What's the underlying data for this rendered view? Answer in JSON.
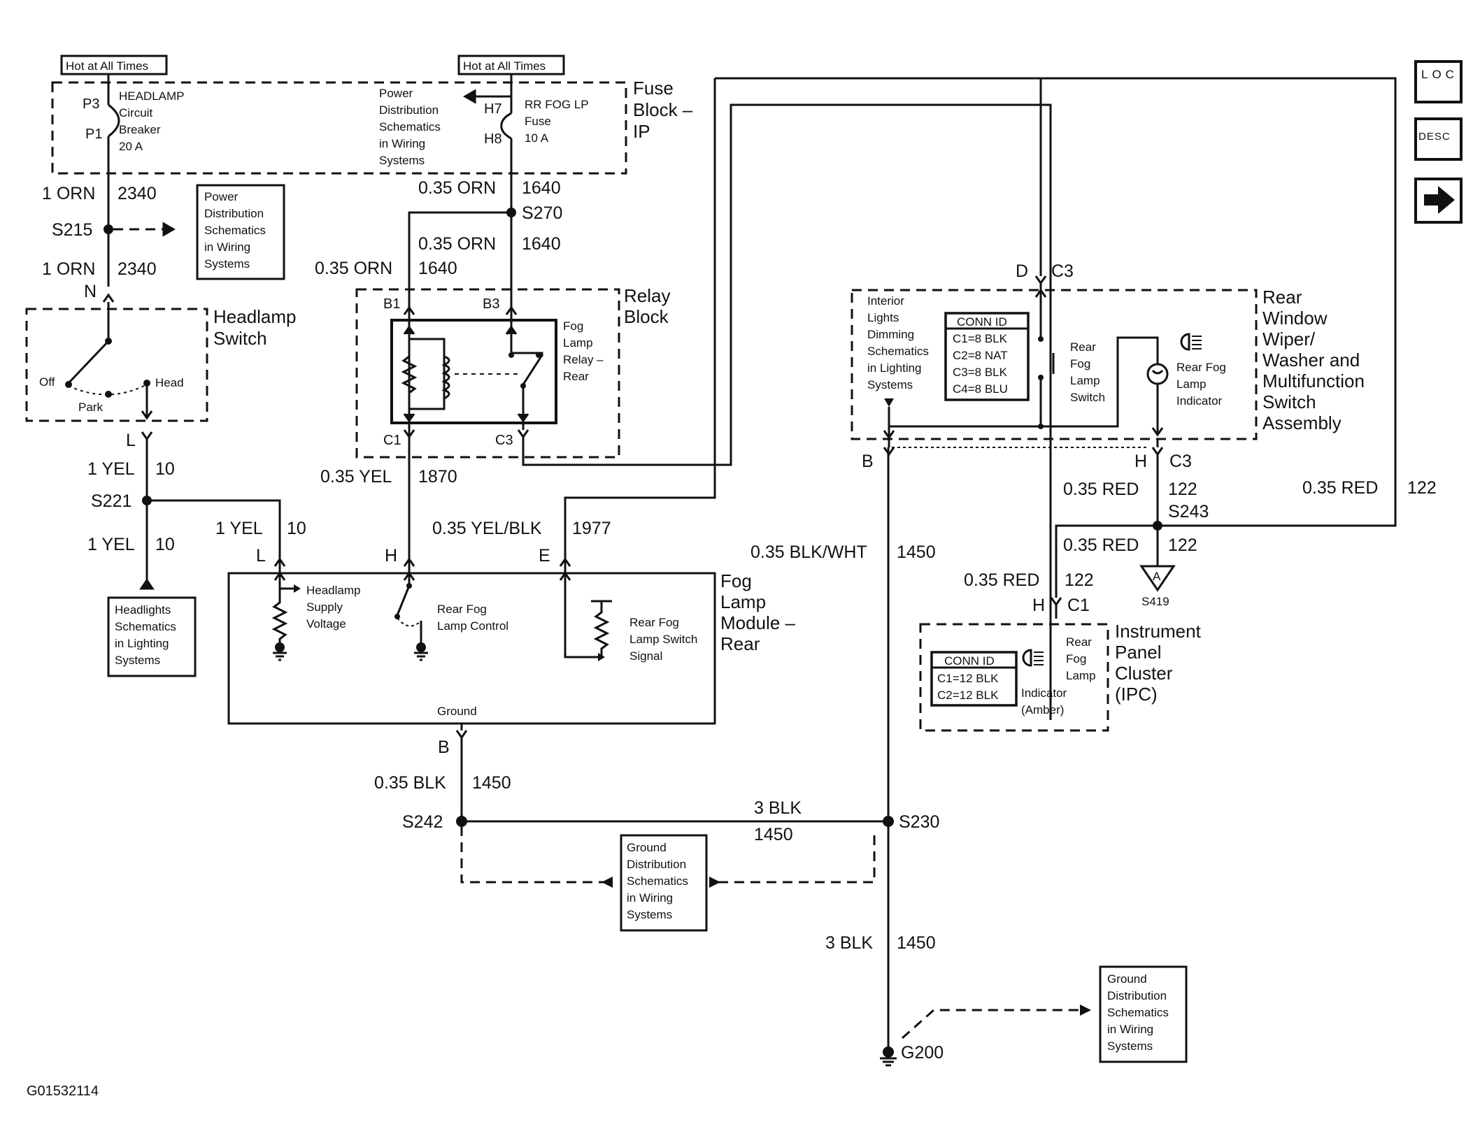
{
  "labels": {
    "hot1": "Hot at All Times",
    "hot2": "Hot at All Times",
    "fuse_block": [
      "Fuse",
      "Block –",
      "IP"
    ],
    "breaker": [
      "HEADLAMP",
      "Circuit",
      "Breaker",
      "20 A"
    ],
    "pin_p3": "P3",
    "pin_p1": "P1",
    "pd_top": [
      "Power",
      "Distribution",
      "Schematics",
      "in Wiring",
      "Systems"
    ],
    "pin_h7": "H7",
    "pin_h8": "H8",
    "fuse_rr": [
      "RR FOG LP",
      "Fuse",
      "10 A"
    ],
    "w_1orn_a": "1 ORN",
    "w_2340_a": "2340",
    "s215": "S215",
    "pd_left": [
      "Power",
      "Distribution",
      "Schematics",
      "in Wiring",
      "Systems"
    ],
    "w_1orn_b": "1 ORN",
    "w_2340_b": "2340",
    "pin_n": "N",
    "headlamp_switch": [
      "Headlamp",
      "Switch"
    ],
    "sw_off": "Off",
    "sw_park": "Park",
    "sw_head": "Head",
    "pin_l1": "L",
    "w_1yel_a": "1 YEL",
    "w_10_a": "10",
    "s221": "S221",
    "w_1yel_b": "1 YEL",
    "w_10_b": "10",
    "headlights_ref": [
      "Headlights",
      "Schematics",
      "in Lighting",
      "Systems"
    ],
    "w_1yel_c": "1 YEL",
    "w_10_c": "10",
    "pin_l2": "L",
    "w_035orn_top": "0.35 ORN",
    "w_1640_top": "1640",
    "s270": "S270",
    "w_035orn_mid": "0.35 ORN",
    "w_1640_mid": "1640",
    "w_035orn_left": "0.35 ORN",
    "w_1640_left": "1640",
    "relay_block": [
      "Relay",
      "Block"
    ],
    "pin_b1": "B1",
    "pin_b3": "B3",
    "relay_name": [
      "Fog",
      "Lamp",
      "Relay –",
      "Rear"
    ],
    "pin_c1": "C1",
    "pin_c3": "C3",
    "w_035yel": "0.35 YEL",
    "w_1870": "1870",
    "w_035yelblk": "0.35 YEL/BLK",
    "w_1977": "1977",
    "pin_h_fm": "H",
    "pin_e_fm": "E",
    "fog_module": [
      "Fog",
      "Lamp",
      "Module –",
      "Rear"
    ],
    "hl_supply": [
      "Headlamp",
      "Supply",
      "Voltage"
    ],
    "rear_fog_ctrl": [
      "Rear Fog",
      "Lamp Control"
    ],
    "rear_fog_sw_sig": [
      "Rear Fog",
      "Lamp Switch",
      "Signal"
    ],
    "ground": "Ground",
    "pin_b_fm": "B",
    "w_035blk": "0.35 BLK",
    "w_1450_a": "1450",
    "s242": "S242",
    "w_3blk_a": "3 BLK",
    "w_1450_b": "1450",
    "s230": "S230",
    "gd_mid": [
      "Ground",
      "Distribution",
      "Schematics",
      "in Wiring",
      "Systems"
    ],
    "w_3blk_b": "3 BLK",
    "w_1450_c": "1450",
    "g200": "G200",
    "gd_right": [
      "Ground",
      "Distribution",
      "Schematics",
      "in Wiring",
      "Systems"
    ],
    "pin_d": "D",
    "pin_c3_top": "C3",
    "rear_wiper": [
      "Rear",
      "Window",
      "Wiper/",
      "Washer and",
      "Multifunction",
      "Switch",
      "Assembly"
    ],
    "interior_dim": [
      "Interior",
      "Lights",
      "Dimming",
      "Schematics",
      "in Lighting",
      "Systems"
    ],
    "conn_title_1": "CONN ID",
    "conn_rows_1": [
      "C1=8 BLK",
      "C2=8 NAT",
      "C3=8 BLK",
      "C4=8 BLU"
    ],
    "rear_fog_switch": [
      "Rear",
      "Fog",
      "Lamp",
      "Switch"
    ],
    "rear_fog_ind": [
      "Rear Fog",
      "Lamp",
      "Indicator"
    ],
    "pin_b_rw": "B",
    "pin_h_rw": "H",
    "pin_c3_rw": "C3",
    "w_035blkwht": "0.35 BLK/WHT",
    "w_1450_d": "1450",
    "w_035red_a": "0.35 RED",
    "w_122_a": "122",
    "w_035red_far": "0.35 RED",
    "w_122_far": "122",
    "s243": "S243",
    "w_035red_b": "0.35 RED",
    "w_122_b": "122",
    "w_035red_c": "0.35 RED",
    "w_122_c": "122",
    "s419": "S419",
    "s419_letter": "A",
    "pin_h_ipc": "H",
    "pin_c1_ipc": "C1",
    "ipc": [
      "Instrument",
      "Panel",
      "Cluster",
      "(IPC)"
    ],
    "conn_title_2": "CONN ID",
    "conn_rows_2": [
      "C1=12 BLK",
      "C2=12 BLK"
    ],
    "ipc_lamp": [
      "Rear",
      "Fog",
      "Lamp"
    ],
    "ipc_ind": [
      "Indicator",
      "(Amber)"
    ],
    "figure_id": "G01532114"
  },
  "nav": {
    "loc": "LOC",
    "desc": "DESC",
    "next": "→"
  }
}
